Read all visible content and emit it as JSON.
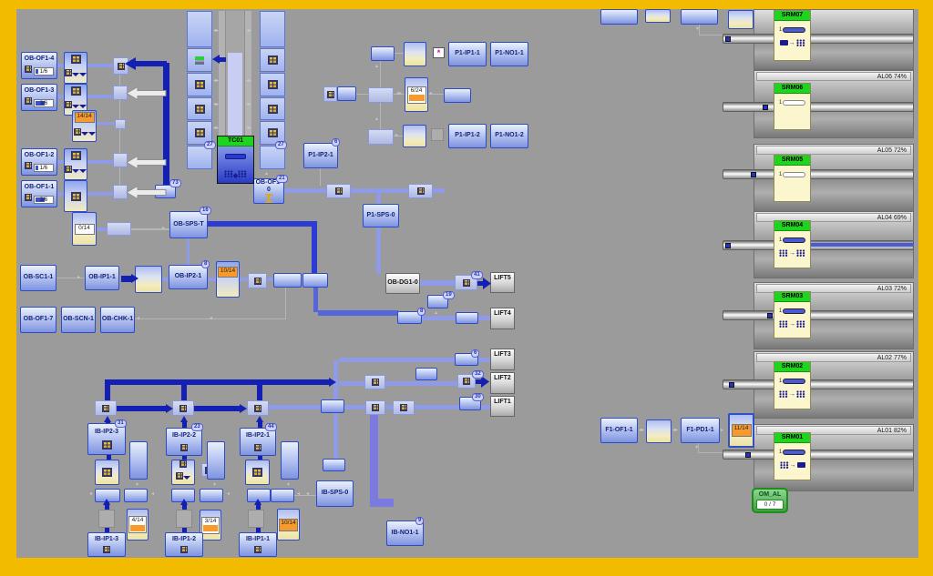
{
  "palette": {
    "frame": "#F3BB00",
    "canvas": "#9B9B9B",
    "navy": "#1420B4",
    "royal": "#2B3BD4",
    "lavender": "#8F9BE8",
    "orange": "#F79A2E",
    "srm_green": "#1FD41F",
    "srm_card": "#FBF6CD"
  },
  "nodes": {
    "ob_of1_4": "OB-OF1-4",
    "ob_of1_3": "OB-OF1-3",
    "ob_of1_2": "OB-OF1-2",
    "ob_of1_1": "OB-OF1-1",
    "ob_sps_t": "OB-SPS-T",
    "ob_sc1_1": "OB-SC1-1",
    "ob_ip1_1": "OB-IP1-1",
    "ob_ip2_1": "OB-IP2-1",
    "ob_of1_7": "OB-OF1-7",
    "ob_scn_1": "OB-SCN-1",
    "ob_chk_1": "OB-CHK-1",
    "tc01": "TC01",
    "ob_of1_0": "OB-OF1-0",
    "ob_dg1_0": "OB-DG1-0",
    "p1_ip2_1": "P1-IP2-1",
    "p1_ip1_1": "P1-IP1-1",
    "p1_no1_1": "P1-NO1-1",
    "p1_ip1_2": "P1-IP1-2",
    "p1_no1_2": "P1-NO1-2",
    "p1_sps_0": "P1-SPS-0",
    "ib_ip2_3": "IB-IP2-3",
    "ib_ip2_2": "IB-IP2-2",
    "ib_ip2_1": "IB-IP2-1",
    "ib_ip1_3": "IB-IP1-3",
    "ib_ip1_2": "IB-IP1-2",
    "ib_ip1_1": "IB-IP1-1",
    "ib_sps_0": "IB-SPS-0",
    "ib_no1_1": "IB-NO1-1",
    "f1_of1_1": "F1-OF1-1",
    "f1_pd1_1": "F1-PD1-1"
  },
  "counters": {
    "of1_4": "1/6",
    "of1_3": "3/6",
    "of1_2": "1/6",
    "of1_1": "3/6",
    "left_full": "14/14",
    "left_empty": "0/14",
    "ob_line": "10/14",
    "p1_line": "6/24",
    "ib_3": "4/14",
    "ib_2": "3/14",
    "ib_1": "10/14",
    "f1_line": "11/14"
  },
  "badges": {
    "col_left": "27",
    "col_right": "27",
    "ob_of1_0": "21",
    "t_box": "73",
    "ob_sps_t": "16",
    "ob_ip2_1": "8",
    "p1_ip2_1": "6",
    "lift5_row": "41",
    "dg_below": "19",
    "lift4_row": "8",
    "lift3_row": "6",
    "lift2_row": "32",
    "lift1_row": "30",
    "ib_ip2_3": "31",
    "ib_ip2_2": "23",
    "ib_ip2_1": "44",
    "ib_no1_1": "9"
  },
  "lifts": [
    "LIFT5",
    "LIFT4",
    "LIFT3",
    "LIFT2",
    "LIFT1"
  ],
  "srm_bar_prefix": "1",
  "aisles": [
    {
      "srm": "SRM07",
      "label": ""
    },
    {
      "srm": "SRM06",
      "label": "AL06  74%"
    },
    {
      "srm": "SRM05",
      "label": "AL05  72%"
    },
    {
      "srm": "SRM04",
      "label": "AL04  69%"
    },
    {
      "srm": "SRM03",
      "label": "AL03  72%"
    },
    {
      "srm": "SRM02",
      "label": "AL02  77%"
    },
    {
      "srm": "SRM01",
      "label": "AL01  82%"
    }
  ],
  "om_al": {
    "title": "OM_AL",
    "value": "0 / 7"
  }
}
